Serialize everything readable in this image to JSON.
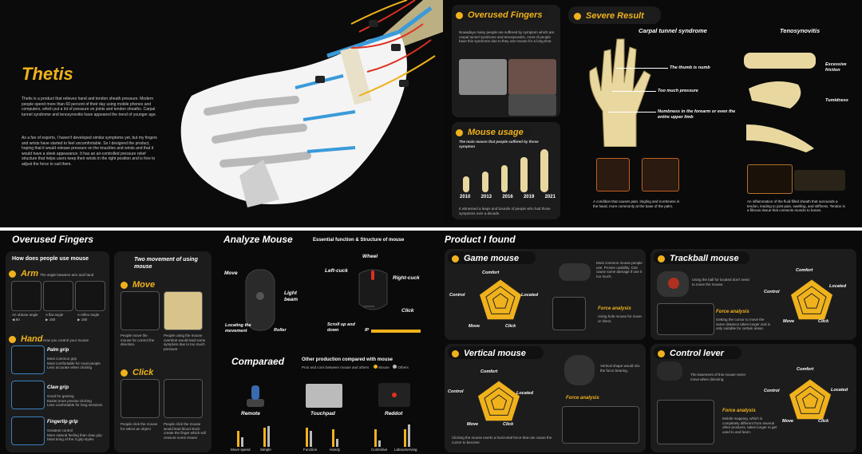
{
  "thetis": {
    "title": "Thetis",
    "para1": "Thetis is a product that relieves hand and tendon sheath pressure. Modern people spend more than 60 percent of their day using mobile phones and computers, which put a lot of pressure on joints and tendon sheaths. Carpal tunnel syndrome and tenosynovitis have appeared the trend of younger age.",
    "para2": "As a fan of esports, I haven't developed similar symptoms yet, but my fingers and wrists have started to feel uncomfortable. So I designed the product, hoping that it would release pressure on the knuckles and wrists and that it would have a sleek appearance. It has an air-controlled pressure relief structure that helps users keep their wrists in the right position and is free to adjust the force to suit them."
  },
  "overused_top": {
    "title": "Overused Fingers",
    "text": "Nowadays many people are suffered by symptom which are carpal tunnel syndrome and tenosynovitis, most of people have this syndrome due to they use mouse for a long time."
  },
  "mouse_usage": {
    "title": "Mouse usage",
    "subtitle": "The main reason that people suffered by those symptom",
    "years": [
      "2010",
      "2013",
      "2016",
      "2019",
      "2021"
    ],
    "caption": "It witnessed a leaps and bounds of people who had those symptoms over a decade."
  },
  "severe": {
    "title": "Severe Result",
    "carpal_title": "Carpal tunnel syndrome",
    "teno_title": "Tenosynovitis",
    "labels": [
      "The thumb is numb",
      "Too much pressure",
      "Numbness in the forearm or even the entire upper limb"
    ],
    "teno_labels": [
      "Excessive friction",
      "Tumidness"
    ],
    "carpal_caption": "A condition that causes pain, tingling and numbness in the hand, more commonly at the base of the palm.",
    "teno_caption": "An inflammation of the fluid-filled sheath that surrounds a tendon, leading to joint pain, swelling, and stiffness. Tendon is a fibrous tissue that connects muscle to bones."
  },
  "overused_bottom": {
    "title": "Overused Fingers",
    "how_title": "How does people use mouse",
    "arm_title": "Arm",
    "arm_sub": "The angle between arm and hand",
    "arm_angles": [
      {
        "name": "An obtuse angle",
        "value": "◀ 90"
      },
      {
        "name": "A flat angle",
        "value": "▶ 180"
      },
      {
        "name": "A reflex angle",
        "value": "▶ 180"
      }
    ],
    "hand_title": "Hand",
    "hand_sub": "How you control your mouse",
    "grips": [
      {
        "name": "Palm grip",
        "desc": "Most common grip\nMost comfortable for most people\nLess accurate when clicking"
      },
      {
        "name": "Claw grip",
        "desc": "Good for gaming\nEasier,more precise clicking\nLess comfortable for long sessions"
      },
      {
        "name": "Fingertip grip",
        "desc": "Greatest control\nMore natural feeling than claw grip\nMost tiring of the 3 grip styles"
      }
    ]
  },
  "two_movement": {
    "title": "Two movement of using mouse",
    "move_title": "Move",
    "move_text1": "People move the mouse for control the direction.",
    "move_text2": "People using the mouse overtime would lead some symptom due to too much pressure",
    "click_title": "Click",
    "click_text1": "People click the mouse for select an object",
    "click_text2": "People click the mouse would lead blood stock create the finger which will cessure some issues"
  },
  "analyze": {
    "title": "Analyze Mouse",
    "subtitle": "Essential function & Structure of mouse",
    "left_labels": [
      "Move",
      "Light beam",
      "Locating the movement",
      "Roller"
    ],
    "right_labels": [
      "Wheel",
      "Left-cuck",
      "Right-cuck",
      "Click",
      "Scroll up and down",
      "IP"
    ],
    "mouse_brand": "Lenovo"
  },
  "compared": {
    "title": "Comparaed",
    "subtitle": "Other production compared with mouse",
    "sub2": "Pros and cons between mouse and others",
    "legend": [
      "Mouse",
      "Others"
    ],
    "items": [
      {
        "name": "Remote",
        "cats": [
          "Move speed",
          "Simple"
        ]
      },
      {
        "name": "Touchpad",
        "cats": [
          "Function",
          "Handy"
        ]
      },
      {
        "name": "Reddot",
        "cats": [
          "Controlive",
          "Labourserving"
        ]
      }
    ]
  },
  "product": {
    "title": "Product I found",
    "radar_axes": [
      "Comfort",
      "Located",
      "Click",
      "Move",
      "Control"
    ],
    "cards": [
      {
        "title": "Game mouse",
        "desc": "Most common mouse people use. Proven usability. Can cause some damage if use it too much.",
        "force": "Force analysis",
        "force_text": "Using hole mouse for move or direct."
      },
      {
        "title": "Trackball mouse",
        "desc": "Using the ball for located don't need to move the mouse.",
        "force": "Force analysis",
        "force_text": "Getting the cursor to move the same distance takes longer and is only suitable for certain areas."
      },
      {
        "title": "Vertical mouse",
        "desc": "Vertical shape would mix the force bearing.",
        "force": "Force analysis",
        "force_text": "Clicking the mouse exerts a horizontal force that can cause the cursor to become"
      },
      {
        "title": "Control lever",
        "desc": "The basement of this mouse never move when directing.",
        "force": "Force analysis",
        "force_text": "Mobile mapping, which is completely different from several other products, takes longer to get used to and learn."
      }
    ]
  },
  "colors": {
    "accent": "#f0b21c",
    "panel": "#1c1c1c",
    "bg": "#0a0a0a",
    "bone": "#e8d8a0"
  }
}
